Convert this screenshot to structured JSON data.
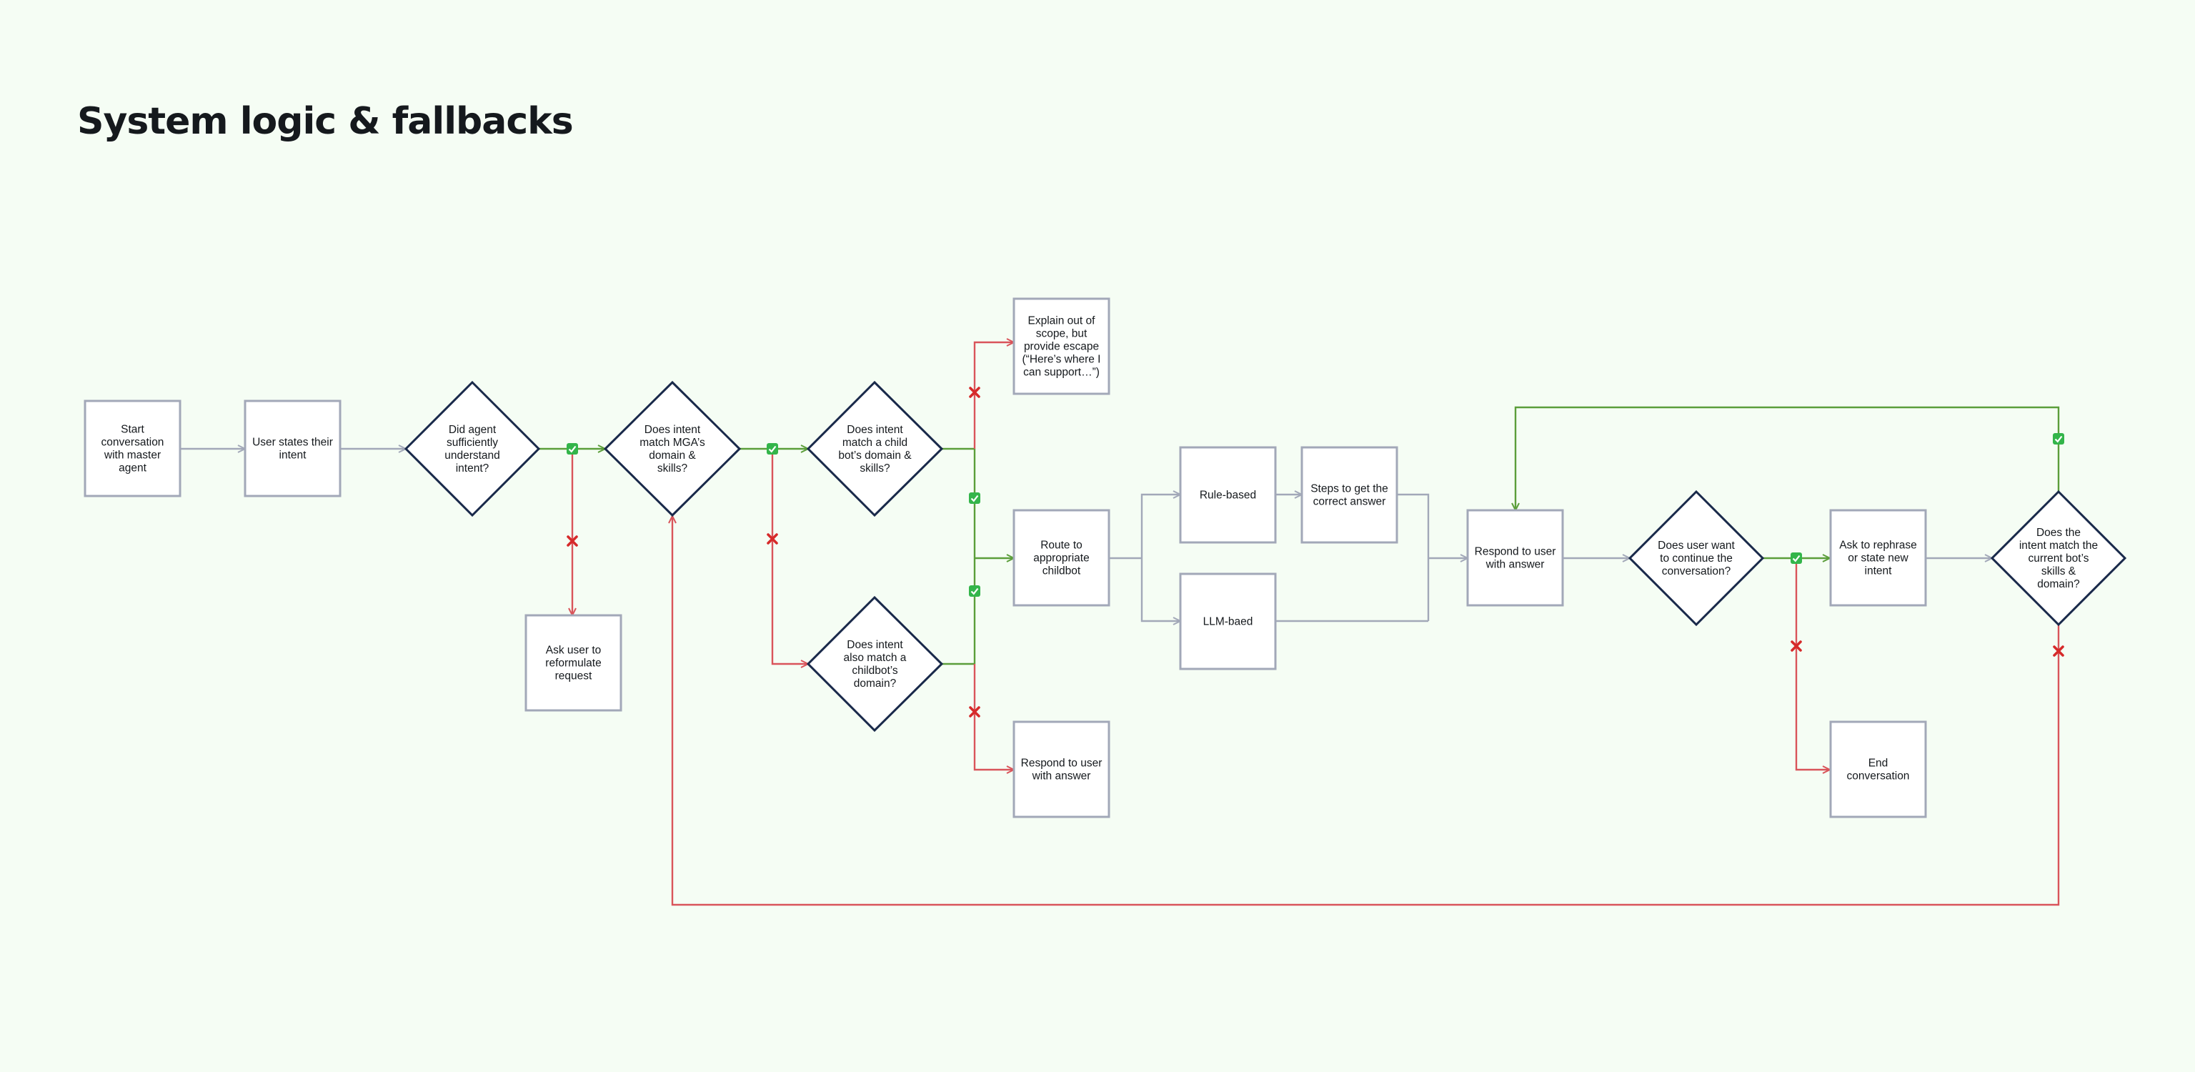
{
  "title": "System logic & fallbacks",
  "nodes": {
    "start": {
      "lines": [
        "Start",
        "conversation",
        "with master",
        "agent"
      ]
    },
    "user_states": {
      "lines": [
        "User states their",
        "intent"
      ]
    },
    "did_agent": {
      "lines": [
        "Did agent",
        "sufficiently",
        "understand",
        "intent?"
      ]
    },
    "ask_reformulate": {
      "lines": [
        "Ask user to",
        "reformulate",
        "request"
      ]
    },
    "match_mga": {
      "lines": [
        "Does intent",
        "match MGA’s",
        "domain &",
        "skills?"
      ]
    },
    "match_child": {
      "lines": [
        "Does intent",
        "match a child",
        "bot’s domain &",
        "skills?"
      ]
    },
    "also_match": {
      "lines": [
        "Does intent",
        "also match a",
        "childbot’s",
        "domain?"
      ]
    },
    "explain_scope": {
      "lines": [
        "Explain out of",
        "scope, but",
        "provide escape",
        "(“Here’s where I",
        "can support…”)"
      ]
    },
    "route": {
      "lines": [
        "Route to",
        "appropriate",
        "childbot"
      ]
    },
    "respond_left": {
      "lines": [
        "Respond to user",
        "with answer"
      ]
    },
    "rule_based": {
      "lines": [
        "Rule-based"
      ]
    },
    "llm_based": {
      "lines": [
        "LLM-baed"
      ]
    },
    "steps": {
      "lines": [
        "Steps to get the",
        "correct answer"
      ]
    },
    "respond_main": {
      "lines": [
        "Respond to user",
        "with answer"
      ]
    },
    "continue_q": {
      "lines": [
        "Does user want",
        "to continue the",
        "conversation?"
      ]
    },
    "rephrase": {
      "lines": [
        "Ask to rephrase",
        "or state new",
        "intent"
      ]
    },
    "end": {
      "lines": [
        "End",
        "conversation"
      ]
    },
    "intent_current": {
      "lines": [
        "Does the",
        "intent match the",
        "current bot’s",
        "skills &",
        "domain?"
      ]
    }
  }
}
